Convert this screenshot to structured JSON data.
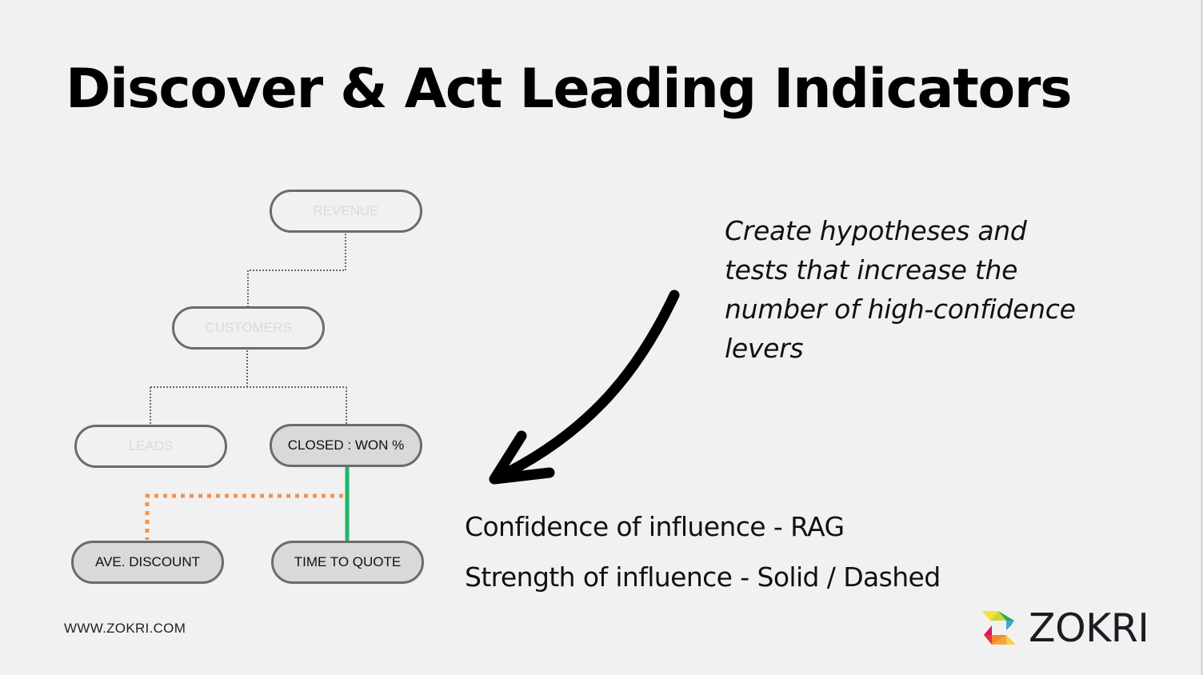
{
  "slide": {
    "title": "Discover & Act Leading Indicators",
    "footer_url": "WWW.ZOKRI.COM",
    "brand": {
      "name": "ZOKRI",
      "logo_icon": "zokri-multicolor-z-logo-icon"
    }
  },
  "diagram": {
    "nodes": [
      {
        "id": "revenue",
        "label": "REVENUE",
        "state": "faded"
      },
      {
        "id": "customers",
        "label": "CUSTOMERS",
        "state": "faded"
      },
      {
        "id": "leads",
        "label": "LEADS",
        "state": "faded"
      },
      {
        "id": "closed_won",
        "label": "CLOSED : WON %",
        "state": "active"
      },
      {
        "id": "ave_discount",
        "label": "AVE. DISCOUNT",
        "state": "active"
      },
      {
        "id": "time_to_quote",
        "label": "TIME TO QUOTE",
        "state": "active"
      }
    ],
    "edges": [
      {
        "from": "revenue",
        "to": "customers",
        "style": "dotted",
        "color": "#6b6b6b"
      },
      {
        "from": "customers",
        "to": "leads",
        "style": "dotted",
        "color": "#6b6b6b"
      },
      {
        "from": "customers",
        "to": "closed_won",
        "style": "dotted",
        "color": "#6b6b6b"
      },
      {
        "from": "closed_won",
        "to": "ave_discount",
        "style": "dashed",
        "color": "#f5924f",
        "meaning": "amber / weak"
      },
      {
        "from": "closed_won",
        "to": "time_to_quote",
        "style": "solid",
        "color": "#1fb866",
        "meaning": "green / strong"
      }
    ],
    "colors": {
      "node_border": "#6b6b6b",
      "active_fill": "#d9d9d9",
      "faded_text": "#dadada",
      "amber": "#f5924f",
      "green": "#1fb866"
    }
  },
  "annotation": {
    "text": "Create hypotheses and tests that increase the number of high-confidence levers",
    "arrow_icon": "curved-arrow-down-left-icon"
  },
  "legend": {
    "confidence": "Confidence of influence - RAG",
    "strength": "Strength of influence - Solid / Dashed"
  },
  "background": "#f1f1f1"
}
